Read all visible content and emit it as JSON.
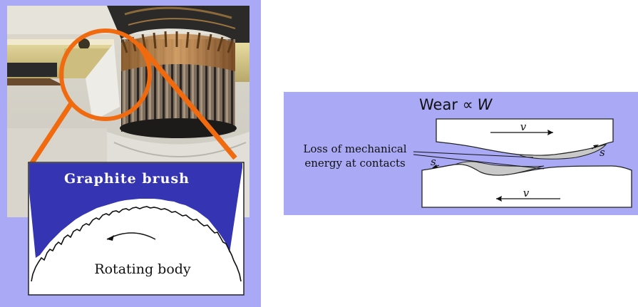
{
  "left_figure": {
    "brush_label": "Graphite brush",
    "body_label": "Rotating body",
    "colors": {
      "panel_bg": "#a9a9f6",
      "brush_fill": "#3535b4",
      "highlight_orange": "#f06a10"
    }
  },
  "right_figure": {
    "title_prefix": "Wear ",
    "title_symbol": "∝",
    "title_variable": "W",
    "annotation_line1": "Loss of mechanical",
    "annotation_line2": "energy at contacts",
    "top_velocity": "v",
    "bottom_velocity": "v",
    "contact_label_right": "s",
    "contact_label_left": "s",
    "colors": {
      "panel_bg": "#a9a9f6",
      "contact_fill": "#c9c9c9"
    }
  }
}
